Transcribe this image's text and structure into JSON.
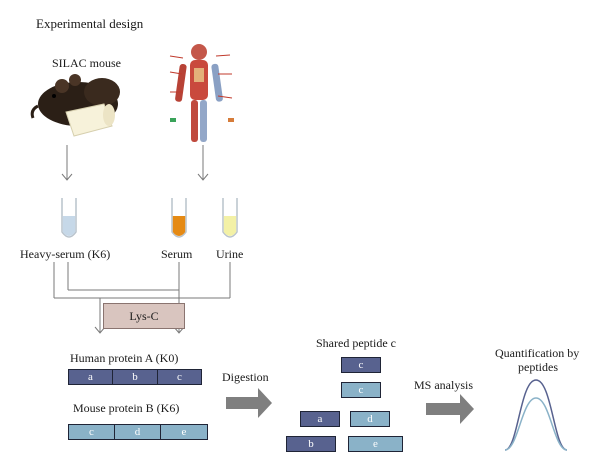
{
  "title": "Experimental design",
  "sources": {
    "mouse": "SILAC mouse"
  },
  "samples": {
    "heavy_serum": "Heavy-serum (K6)",
    "serum": "Serum",
    "urine": "Urine"
  },
  "enzyme": "Lys-C",
  "proteins": {
    "human": {
      "label": "Human protein A (K0)",
      "segments": [
        "a",
        "b",
        "c"
      ]
    },
    "mouse": {
      "label": "Mouse protein B (K6)",
      "segments": [
        "c",
        "d",
        "e"
      ]
    }
  },
  "steps": {
    "digestion": "Digestion",
    "ms_analysis": "MS analysis"
  },
  "shared_peptide": {
    "label": "Shared peptide c",
    "peptides": [
      "c",
      "c",
      "a",
      "d",
      "b",
      "e"
    ]
  },
  "quantification": {
    "line1": "Quantification by",
    "line2": "peptides"
  },
  "colors": {
    "human_segment": "#58628f",
    "mouse_segment": "#8ab2c8",
    "lysc_box": "#d9c5bf",
    "arrow_gray": "#7f7f7f",
    "tube_heavy": "#c6d8e8",
    "tube_serum": "#e58a14",
    "tube_urine": "#f3f1a6"
  },
  "icons": {
    "mouse": "mouse-with-cheese-icon",
    "human": "human-anatomy-icon"
  }
}
